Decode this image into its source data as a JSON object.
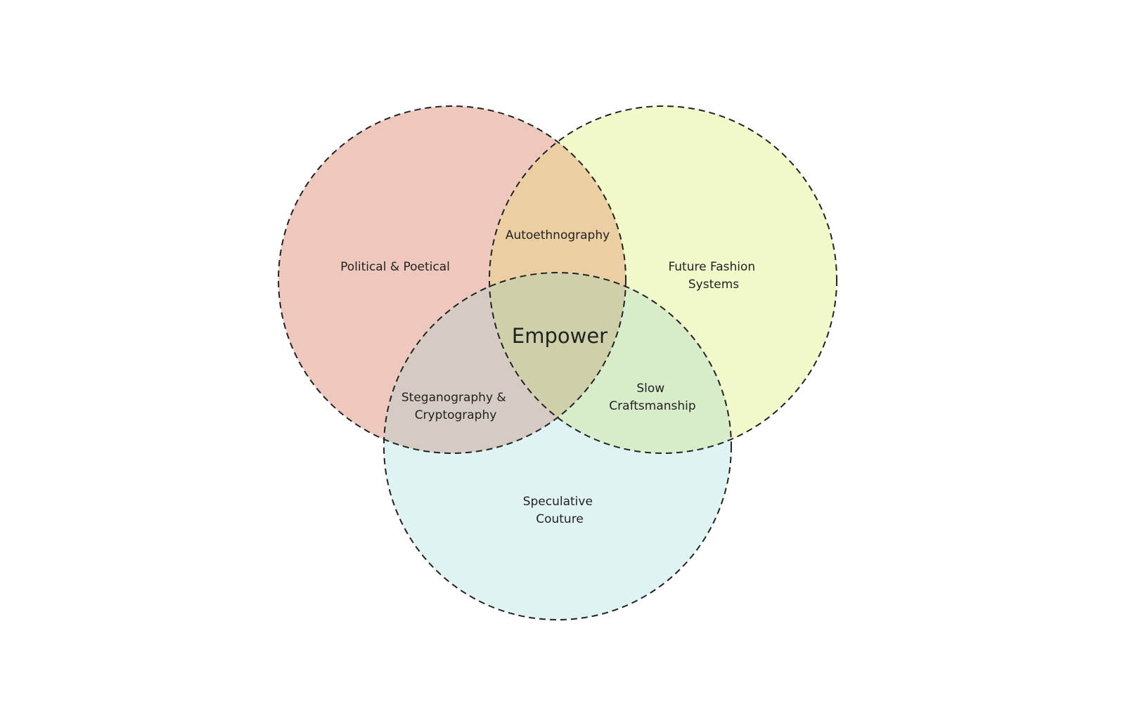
{
  "diagram": {
    "sets": [
      {
        "id": "political",
        "label_lines": [
          "Political & Poetical"
        ],
        "color": "#efc8bd"
      },
      {
        "id": "future",
        "label_lines": [
          "Future Fashion",
          "Systems"
        ],
        "color": "#f1f8c9"
      },
      {
        "id": "speculative",
        "label_lines": [
          "Speculative",
          "Couture"
        ],
        "color": "#dff3f3"
      }
    ],
    "intersections": [
      {
        "id": "political-future",
        "label_lines": [
          "Autoethnography"
        ],
        "color": "#eccea3"
      },
      {
        "id": "political-speculative",
        "label_lines": [
          "Steganography &",
          "Cryptography"
        ],
        "color": "#d6cbc4"
      },
      {
        "id": "future-speculative",
        "label_lines": [
          "Slow",
          "Craftsmanship"
        ],
        "color": "#d7edca"
      }
    ],
    "center": {
      "label": "Empower",
      "color": "#cfd0a9"
    },
    "outline_color": "#222222"
  }
}
